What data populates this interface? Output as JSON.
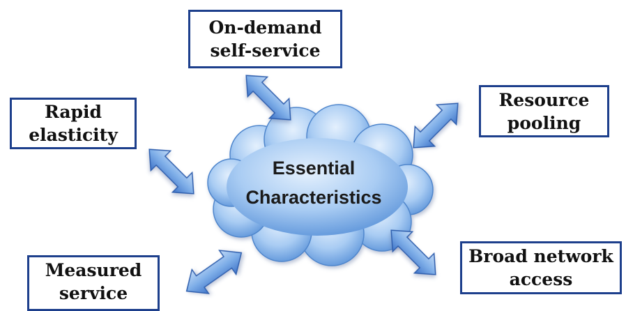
{
  "center": {
    "line1": "Essential",
    "line2": "Characteristics"
  },
  "characteristics": [
    {
      "id": "on-demand",
      "line1": "On-demand",
      "line2": "self-service"
    },
    {
      "id": "rapid",
      "line1": "Rapid",
      "line2": "elasticity"
    },
    {
      "id": "resource",
      "line1": "Resource",
      "line2": "pooling"
    },
    {
      "id": "measured",
      "line1": "Measured",
      "line2": "service"
    },
    {
      "id": "broad",
      "line1": "Broad network",
      "line2": "access"
    }
  ],
  "colors": {
    "box_border": "#1d3f8c",
    "cloud_light": "#d7e8fb",
    "cloud_dark": "#5b93d9",
    "arrow_light": "#9cc2f0",
    "arrow_dark": "#3f73c8"
  }
}
